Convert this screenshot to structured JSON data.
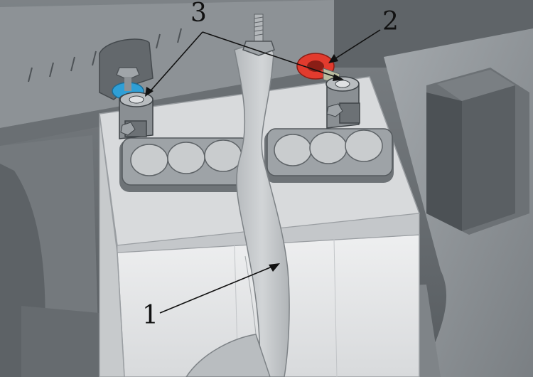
{
  "callouts": {
    "strap": "1",
    "positive_terminal": "2",
    "terminal_clamps": "3"
  },
  "colors": {
    "background_dark": "#6f7478",
    "panel_mid": "#9aa0a4",
    "battery_body": "#e6e7e8",
    "battery_top": "#d3d5d7",
    "strap": "#c3c6c9",
    "negative_washer": "#2f9fd6",
    "positive_washer": "#e23b2e",
    "leader_line": "#111111"
  },
  "icons": [
    "battery-icon",
    "strap-icon",
    "terminal-clamp-icon"
  ]
}
